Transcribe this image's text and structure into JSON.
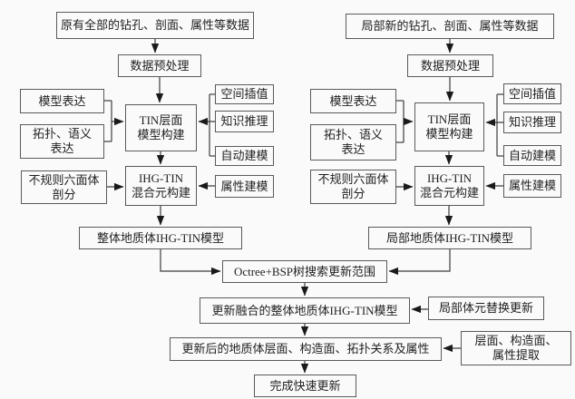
{
  "diagram": {
    "left": {
      "source": "原有全部的钻孔、剖面、属性等数据",
      "preprocess": "数据预处理",
      "model_express": "模型表达",
      "topo_express": "拓扑、语义\n表达",
      "tin_build": "TIN层面\n模型构建",
      "spatial_interp": "空间插值",
      "knowledge": "知识推理",
      "auto_model": "自动建模",
      "hexahedron": "不规则六面体\n剖分",
      "ihg_build": "IHG-TIN\n混合元构建",
      "attr_model": "属性建模",
      "result": "整体地质体IHG-TIN模型"
    },
    "right": {
      "source": "局部新的钻孔、剖面、属性等数据",
      "preprocess": "数据预处理",
      "model_express": "模型表达",
      "topo_express": "拓扑、语义\n表达",
      "tin_build": "TIN层面\n模型构建",
      "spatial_interp": "空间插值",
      "knowledge": "知识推理",
      "auto_model": "自动建模",
      "hexahedron": "不规则六面体\n剖分",
      "ihg_build": "IHG-TIN\n混合元构建",
      "attr_model": "属性建模",
      "result": "局部地质体IHG-TIN模型"
    },
    "bottom": {
      "octree_search": "Octree+BSP树搜索更新范围",
      "fused_model": "更新融合的整体地质体IHG-TIN模型",
      "voxel_replace": "局部体元替换更新",
      "updated_result": "更新后的地质体层面、构造面、拓扑关系及属性",
      "extract": "层面、构造面、\n属性提取",
      "done": "完成快速更新"
    },
    "colors": {
      "background": "#fafafa",
      "box_border": "#5a5a5a",
      "text": "#1f1f1f",
      "arrow": "#1a1a1a"
    }
  }
}
